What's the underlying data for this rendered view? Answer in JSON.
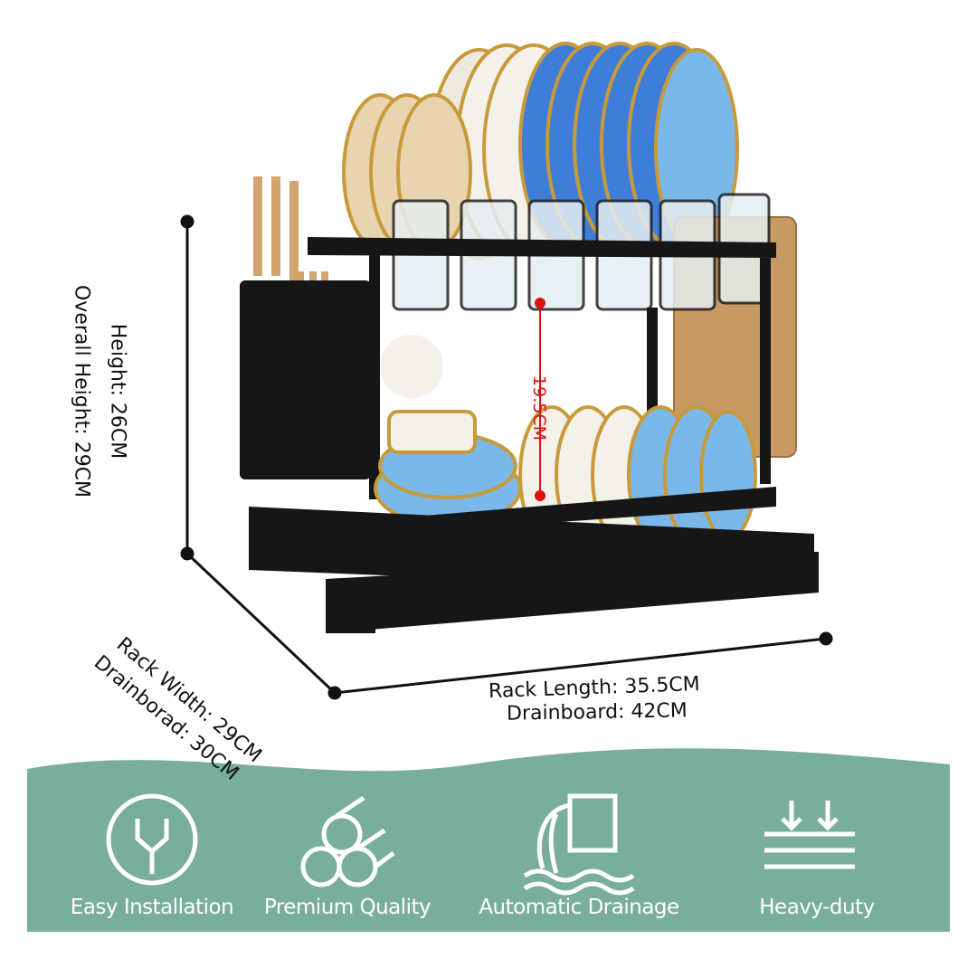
{
  "dimensions": {
    "height": "Height: 26CM",
    "overall_height": "Overall Height: 29CM",
    "rack_width": "Rack Width: 29CM",
    "drainboard_width": "Drainborad: 30CM",
    "rack_length": "Rack Length: 35.5CM",
    "drainboard_length": "Drainboard: 42CM",
    "inner_height": "19.5CM"
  },
  "features": [
    {
      "label": "Easy Installation",
      "icon": "wrench-icon"
    },
    {
      "label": "Premium Quality",
      "icon": "logs-icon"
    },
    {
      "label": "Automatic Drainage",
      "icon": "drainage-icon"
    },
    {
      "label": "Heavy-duty",
      "icon": "pressure-icon"
    }
  ],
  "colors": {
    "band": "#7aae9c",
    "rack": "#161616",
    "plate_blue": "#3f7ed8",
    "plate_light_blue": "#7ab8ea",
    "wood": "#c79a64",
    "dimension_red": "#d11"
  }
}
